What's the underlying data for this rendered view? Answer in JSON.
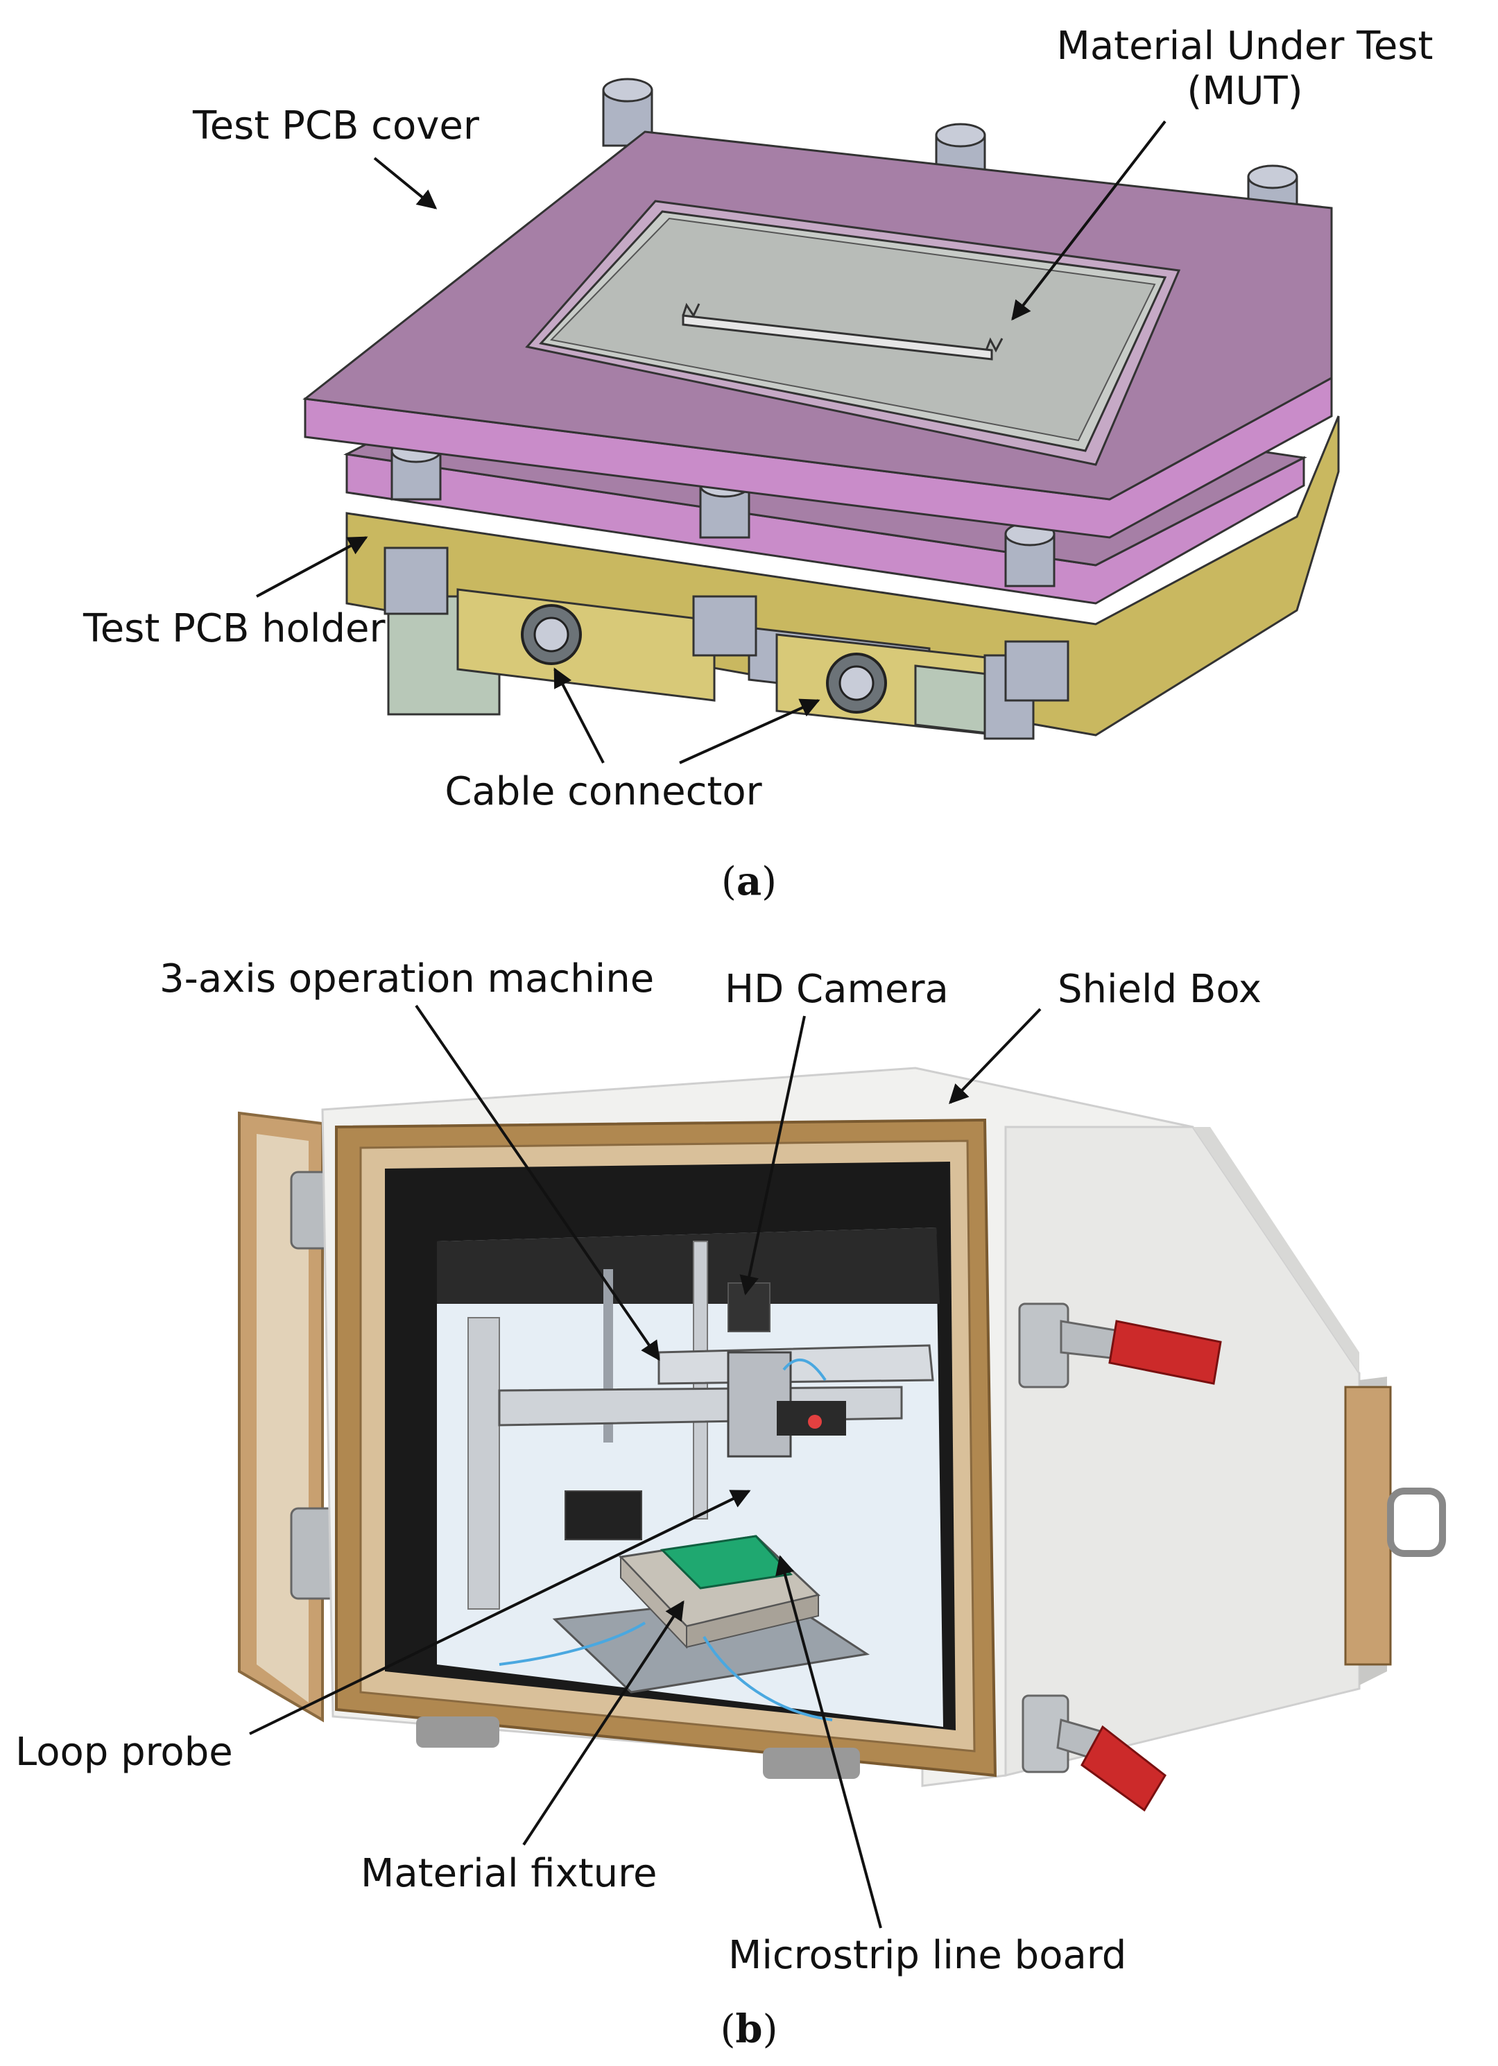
{
  "panel_a": {
    "caption_open": "(",
    "caption_letter": "a",
    "caption_close": ")",
    "labels": {
      "mut_line1": "Material Under Test",
      "mut_line2": "(MUT)",
      "pcb_cover": "Test PCB cover",
      "pcb_holder": "Test PCB holder",
      "cable_connector": "Cable connector"
    }
  },
  "panel_b": {
    "caption_open": "(",
    "caption_letter": "b",
    "caption_close": ")",
    "labels": {
      "operation_machine": "3-axis operation machine",
      "hd_camera": "HD Camera",
      "shield_box": "Shield Box",
      "loop_probe": "Loop probe",
      "material_fixture": "Material fixture",
      "microstrip": "Microstrip line board"
    }
  },
  "colors": {
    "cover": "#a67fa6",
    "cover_side": "#c98cc9",
    "holder": "#c9b860",
    "mut": "#b8bcb8",
    "peg": "#aeb4c4",
    "box": "#f1f1ef",
    "frame": "#b08850",
    "interior": "#e6eef5",
    "pcb_green": "#1fa870",
    "clamp_red": "#cc2a2a"
  }
}
